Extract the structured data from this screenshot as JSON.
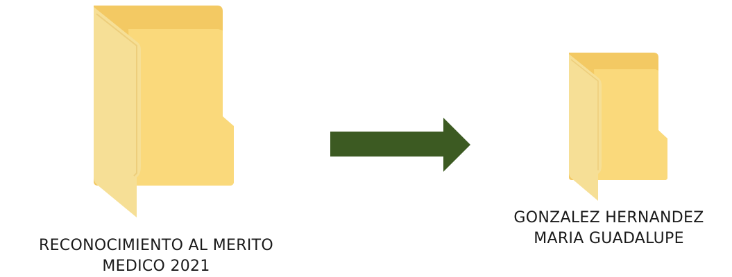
{
  "source_folder": {
    "icon": "folder-icon",
    "label_lines": [
      "RECONOCIMIENTO AL MERITO",
      "MEDICO 2021"
    ]
  },
  "target_folder": {
    "icon": "folder-icon",
    "label_lines": [
      "GONZALEZ HERNANDEZ",
      "MARIA GUADALUPE"
    ]
  },
  "connector": {
    "icon": "arrow-right-icon",
    "color": "#3c5a22"
  },
  "colors": {
    "folder_back": "#f0c75e",
    "folder_front": "#fbd97a",
    "folder_flap": "#f7e29b"
  }
}
